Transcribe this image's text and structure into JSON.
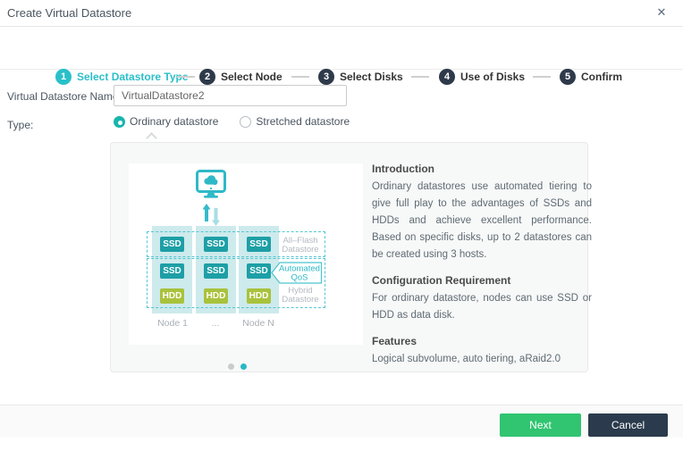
{
  "dialog": {
    "title": "Create Virtual Datastore",
    "close_glyph": "✕"
  },
  "steps": [
    {
      "num": "1",
      "label": "Select Datastore Type",
      "active": true
    },
    {
      "num": "2",
      "label": "Select Node",
      "active": false
    },
    {
      "num": "3",
      "label": "Select Disks",
      "active": false
    },
    {
      "num": "4",
      "label": "Use of Disks",
      "active": false
    },
    {
      "num": "5",
      "label": "Confirm",
      "active": false
    }
  ],
  "form": {
    "name_label": "Virtual Datastore Name:",
    "name_value": "VirtualDatastore2",
    "type_label": "Type:",
    "type_options": [
      {
        "label": "Ordinary datastore",
        "selected": true
      },
      {
        "label": "Stretched datastore",
        "selected": false
      }
    ]
  },
  "diagram": {
    "ssd_label": "SSD",
    "hdd_label": "HDD",
    "all_flash_line1": "All–Flash",
    "all_flash_line2": "Datastore",
    "qos_line1": "Automated",
    "qos_line2": "QoS",
    "hybrid_line1": "Hybrid",
    "hybrid_line2": "Datastore",
    "nodes": [
      "Node 1",
      "...",
      "Node N"
    ]
  },
  "info": {
    "intro_title": "Introduction",
    "intro_body": "Ordinary datastores use automated tiering to give full play to the advantages of SSDs and HDDs and achieve excellent performance. Based on specific disks, up to 2 datastores can be created using 3 hosts.",
    "config_title": "Configuration Requirement",
    "config_body": "For ordinary datastore, nodes can use SSD or HDD as data disk.",
    "features_title": "Features",
    "features_body": "Logical subvolume, auto tiering, aRaid2.0"
  },
  "footer": {
    "next_label": "Next",
    "cancel_label": "Cancel"
  },
  "colors": {
    "accent_teal": "#29c0c9",
    "ssd_block": "#1d9fa6",
    "hdd_block": "#a9c23c",
    "step_inactive": "#2e3a4a",
    "next_green": "#31c471",
    "cancel_navy": "#2b3b4d"
  }
}
